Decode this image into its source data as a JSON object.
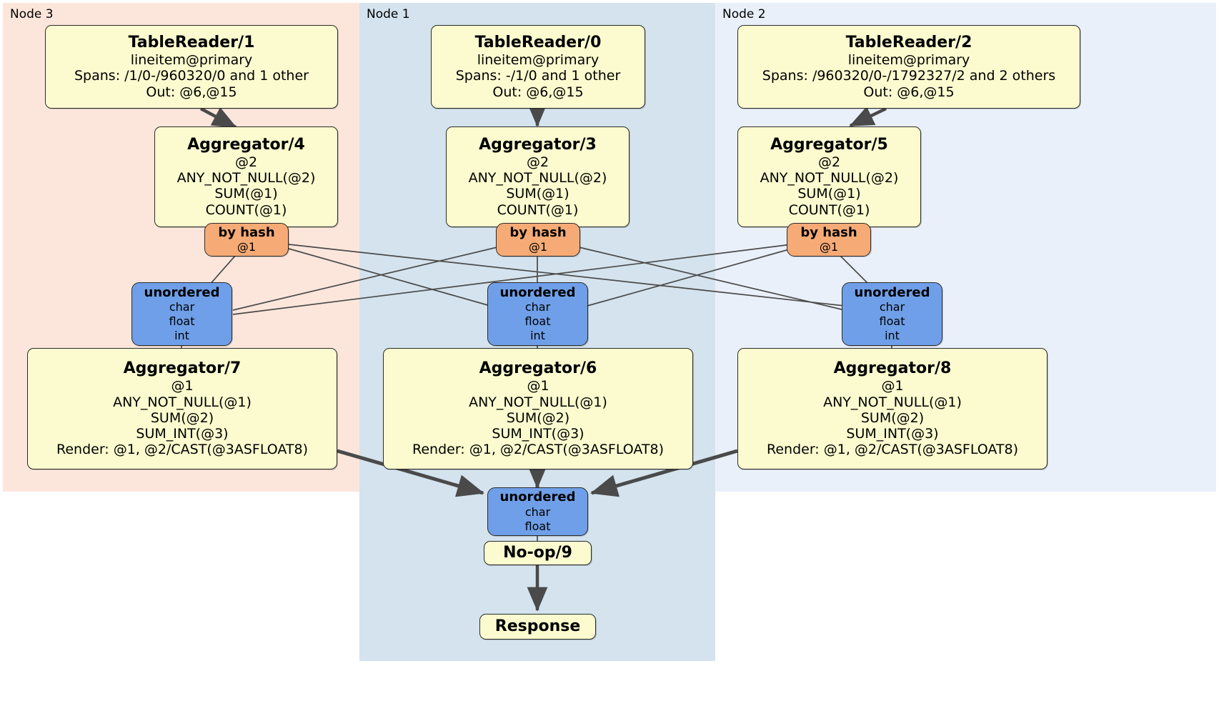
{
  "diagram": {
    "type": "distributed-query-plan",
    "colors": {
      "node3_bg": "#fce6dc",
      "node1_bg": "#d4e3ed",
      "node2_bg": "#eaf0fa",
      "processor_bg": "#fbfbcf",
      "router_bg": "#f6ab76",
      "sync_bg": "#6f9fe8",
      "edge": "#4a4a4a",
      "border": "#2b2b2b"
    }
  },
  "panels": [
    {
      "id": "node3",
      "label": "Node 3"
    },
    {
      "id": "node1",
      "label": "Node 1"
    },
    {
      "id": "node2",
      "label": "Node 2"
    }
  ],
  "processors": {
    "table_reader_1": {
      "title": "TableReader/1",
      "lines": [
        "lineitem@primary",
        "Spans: /1/0-/960320/0 and 1 other",
        "Out: @6,@15"
      ]
    },
    "table_reader_0": {
      "title": "TableReader/0",
      "lines": [
        "lineitem@primary",
        "Spans: -/1/0 and 1 other",
        "Out: @6,@15"
      ]
    },
    "table_reader_2": {
      "title": "TableReader/2",
      "lines": [
        "lineitem@primary",
        "Spans: /960320/0-/1792327/2 and 2 others",
        "Out: @6,@15"
      ]
    },
    "aggregator_4": {
      "title": "Aggregator/4",
      "lines": [
        "@2",
        "ANY_NOT_NULL(@2)",
        "SUM(@1)",
        "COUNT(@1)"
      ]
    },
    "aggregator_3": {
      "title": "Aggregator/3",
      "lines": [
        "@2",
        "ANY_NOT_NULL(@2)",
        "SUM(@1)",
        "COUNT(@1)"
      ]
    },
    "aggregator_5": {
      "title": "Aggregator/5",
      "lines": [
        "@2",
        "ANY_NOT_NULL(@2)",
        "SUM(@1)",
        "COUNT(@1)"
      ]
    },
    "aggregator_7": {
      "title": "Aggregator/7",
      "lines": [
        "@1",
        "ANY_NOT_NULL(@1)",
        "SUM(@2)",
        "SUM_INT(@3)",
        "Render: @1, @2/CAST(@3ASFLOAT8)"
      ]
    },
    "aggregator_6": {
      "title": "Aggregator/6",
      "lines": [
        "@1",
        "ANY_NOT_NULL(@1)",
        "SUM(@2)",
        "SUM_INT(@3)",
        "Render: @1, @2/CAST(@3ASFLOAT8)"
      ]
    },
    "aggregator_8": {
      "title": "Aggregator/8",
      "lines": [
        "@1",
        "ANY_NOT_NULL(@1)",
        "SUM(@2)",
        "SUM_INT(@3)",
        "Render: @1, @2/CAST(@3ASFLOAT8)"
      ]
    },
    "no_op_9": {
      "title": "No-op/9",
      "lines": []
    },
    "response": {
      "title": "Response",
      "lines": []
    }
  },
  "routers": {
    "by_hash_left": {
      "title": "by hash",
      "lines": [
        "@1"
      ]
    },
    "by_hash_mid": {
      "title": "by hash",
      "lines": [
        "@1"
      ]
    },
    "by_hash_right": {
      "title": "by hash",
      "lines": [
        "@1"
      ]
    }
  },
  "synchronizers": {
    "unordered_left": {
      "title": "unordered",
      "lines": [
        "char",
        "float",
        "int"
      ]
    },
    "unordered_mid": {
      "title": "unordered",
      "lines": [
        "char",
        "float",
        "int"
      ]
    },
    "unordered_right": {
      "title": "unordered",
      "lines": [
        "char",
        "float",
        "int"
      ]
    },
    "unordered_final": {
      "title": "unordered",
      "lines": [
        "char",
        "float"
      ]
    }
  }
}
